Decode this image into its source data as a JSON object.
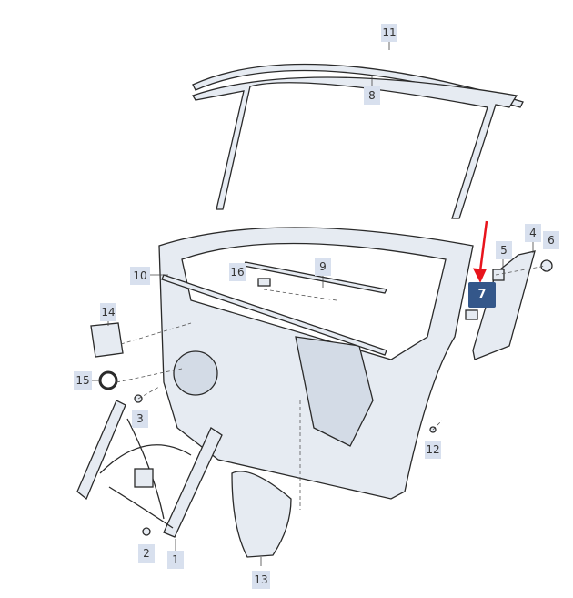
{
  "diagram": {
    "title": "",
    "highlighted_part": "7"
  },
  "labels": {
    "p1": "1",
    "p2": "2",
    "p3": "3",
    "p4": "4",
    "p5": "5",
    "p6": "6",
    "p7": "7",
    "p8": "8",
    "p9": "9",
    "p10": "10",
    "p11": "11",
    "p12": "12",
    "p13": "13",
    "p14": "14",
    "p15": "15",
    "p16": "16"
  },
  "colors": {
    "label_bg": "#d8e0ee",
    "highlight_bg": "#34578a",
    "arrow": "#e8141c",
    "part_fill": "#e6ebf2",
    "part_stroke": "#2a2a2a"
  }
}
